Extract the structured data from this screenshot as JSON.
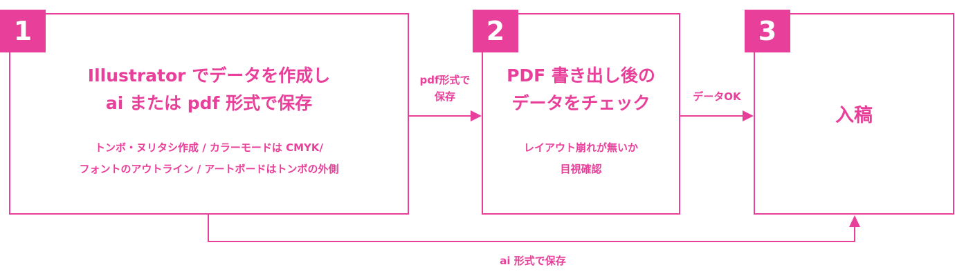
{
  "colors": {
    "accent": "#e8409a",
    "background": "#ffffff"
  },
  "steps": [
    {
      "number": "1",
      "title_lines": [
        "Illustrator でデータを作成し",
        "ai または pdf 形式で保存"
      ],
      "detail_lines": [
        "トンボ・ヌリタシ作成 / カラーモードは CMYK/",
        "フォントのアウトライン / アートボードはトンボの外側"
      ]
    },
    {
      "number": "2",
      "title_lines": [
        "PDF 書き出し後の",
        "データをチェック"
      ],
      "detail_lines": [
        "レイアウト崩れが無いか",
        "目視確認"
      ]
    },
    {
      "number": "3",
      "title_lines": [
        "入稿"
      ]
    }
  ],
  "edges": [
    {
      "from": "1",
      "to": "2",
      "label_lines": [
        "pdf形式で",
        "保存"
      ]
    },
    {
      "from": "2",
      "to": "3",
      "label_lines": [
        "データOK"
      ]
    },
    {
      "from": "1",
      "to": "3",
      "label_lines": [
        "ai 形式で保存"
      ]
    }
  ]
}
